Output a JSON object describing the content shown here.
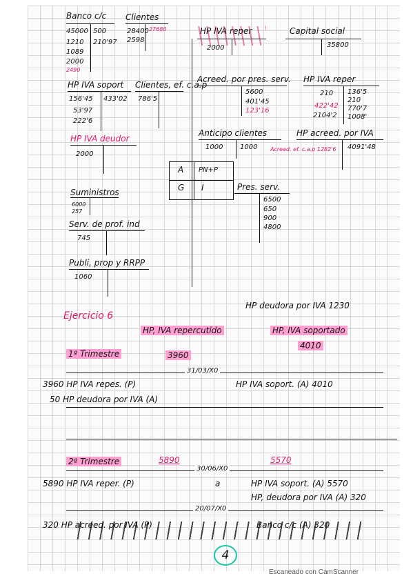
{
  "accounts": {
    "banco": {
      "title": "Banco c/c",
      "debit": [
        "45000",
        "1210",
        "1089",
        "2000"
      ],
      "debit_extra": "2490",
      "credit": [
        "500",
        "210'97"
      ]
    },
    "clientes": {
      "title": "Clientes",
      "debit": [
        "28400",
        "2598"
      ],
      "debit_note": "27680"
    },
    "hp_iva_reper_top": {
      "title": "HP IVA reper",
      "debit": [
        "2000"
      ]
    },
    "capital_social": {
      "title": "Capital social",
      "credit": [
        "35800"
      ]
    },
    "hp_iva_soport": {
      "title": "HP IVA soport",
      "debit": [
        "156'45",
        "53'97",
        "222'6"
      ],
      "credit": [
        "433'02"
      ]
    },
    "clientes_ef_cap": {
      "title": "Clientes, ef. c.a.p",
      "debit": [
        "786'5"
      ]
    },
    "acreed_pres_serv": {
      "title": "Acreed. por pres. serv.",
      "credit": [
        "5600",
        "401'45",
        "123'16"
      ]
    },
    "hp_iva_reper_right": {
      "title": "HP IVA reper",
      "debit": [
        "210",
        "422'42",
        "2104'2"
      ],
      "credit": [
        "136'5",
        "210",
        "770'7",
        "1008'"
      ]
    },
    "hp_iva_deudor": {
      "title": "HP IVA deudor",
      "debit": [
        "2000"
      ]
    },
    "anticipo_clientes": {
      "title": "Anticipo clientes",
      "debit": [
        "1000"
      ],
      "credit": [
        "1000"
      ]
    },
    "hp_acreed_iva": {
      "title": "HP acreed. por IVA",
      "debit_note": "Acreed. ef. c.a.p 1282'6",
      "credit": [
        "4091'48"
      ]
    },
    "suministros": {
      "title": "Suministros",
      "debit": [
        "6000",
        "257"
      ]
    },
    "pres_serv": {
      "title": "Pres. serv.",
      "credit": [
        "6500",
        "650",
        "900",
        "4800"
      ]
    },
    "serv_prof": {
      "title": "Serv. de prof. ind",
      "debit": [
        "745"
      ]
    },
    "publi": {
      "title": "Publi, prop y RRPP",
      "debit": [
        "1060"
      ]
    }
  },
  "center_table": {
    "a": "A",
    "pn": "PN+P",
    "g": "G",
    "i": "I"
  },
  "ejercicio": {
    "title": "Ejercicio 6",
    "hp_deudora": "HP deudora por IVA 1230",
    "hdr_reper": "HP, IVA repercutido",
    "hdr_soport": "HP, IVA soportado",
    "q1": {
      "label": "1º Trimestre",
      "val_reper": "3960",
      "val_soport": "4010",
      "date": "31/03/X0",
      "line1_left": "3960 HP IVA repes. (P)",
      "line1_right": "HP IVA soport. (A) 4010",
      "line2_left": "50 HP deudora por IVA (A)"
    },
    "q2": {
      "label": "2º Trimestre",
      "val_reper": "5890",
      "val_soport": "5570",
      "date": "30/06/X0",
      "line1_left": "5890 HP IVA reper. (P)",
      "line1_mid": "a",
      "line1_right": "HP IVA soport. (A) 5570",
      "line2_right": "HP, deudora por IVA (A) 320",
      "date2": "20/07/X0",
      "line3_left": "320 HP acreed. por IVA (P)",
      "line3_right": "Banco c/c (A) 320"
    }
  },
  "page_number": "4",
  "footer": "Escaneado con CamScanner",
  "colors": {
    "pink": "#e0166b",
    "highlight": "#ff9fd2",
    "teal": "#1cc7a8"
  }
}
